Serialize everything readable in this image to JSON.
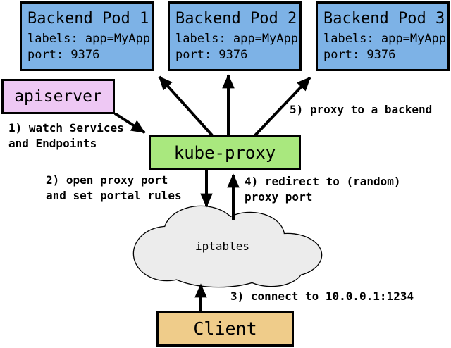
{
  "colors": {
    "background": "#FFFFFF",
    "line-color": "#000000",
    "pod-fill": "#7DB2E6",
    "apiserver-fill": "#EEC8F4",
    "kubeproxy-fill": "#A9E87E",
    "client-fill": "#EFCC8A",
    "cloud-fill": "#ECECEC"
  },
  "pods": [
    {
      "title": "Backend Pod 1",
      "labels_line": "labels: app=MyApp",
      "port_line": "port: 9376"
    },
    {
      "title": "Backend Pod 2",
      "labels_line": "labels: app=MyApp",
      "port_line": "port: 9376"
    },
    {
      "title": "Backend Pod 3",
      "labels_line": "labels: app=MyApp",
      "port_line": "port: 9376"
    }
  ],
  "nodes": {
    "apiserver": "apiserver",
    "kubeproxy": "kube-proxy",
    "iptables": "iptables",
    "client": "Client"
  },
  "steps": {
    "step1": {
      "line1": "1) watch Services",
      "line2": "and Endpoints"
    },
    "step2": {
      "line1": "2) open proxy port",
      "line2": "and set portal rules"
    },
    "step3": {
      "line1": "3) connect to 10.0.0.1:1234"
    },
    "step4": {
      "line1": "4) redirect to (random)",
      "line2": "proxy port"
    },
    "step5": {
      "line1": "5) proxy to a backend"
    }
  }
}
